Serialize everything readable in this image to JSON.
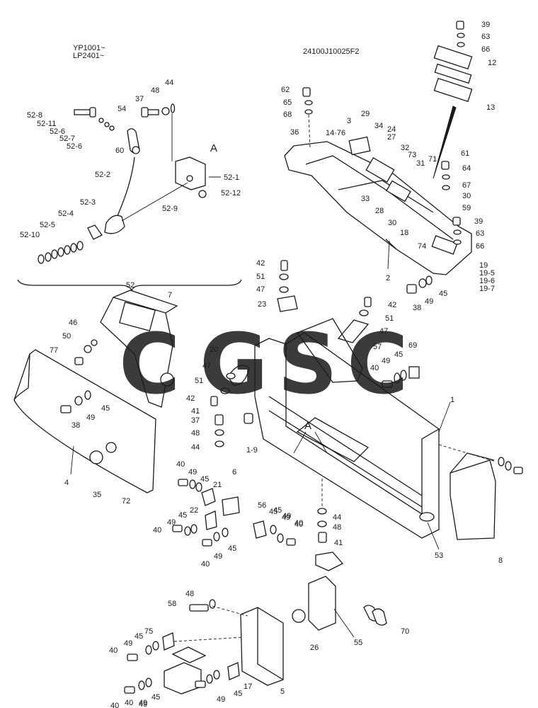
{
  "header": {
    "serial_line_1": "YP1001~",
    "serial_line_2": "LP2401~",
    "drawing_number": "24100J10025F2"
  },
  "section_labels": {
    "callout_a_top": "A",
    "callout_a_lower": "A"
  },
  "watermark": {
    "letters": [
      "C",
      "G",
      "S",
      "C"
    ],
    "colors": [
      "#2f6fd6",
      "#ea4d40",
      "#f7c41c",
      "#2ea45a"
    ]
  },
  "parts": [
    {
      "id": "p52-8",
      "text": "52-8"
    },
    {
      "id": "p52-11",
      "text": "52-11"
    },
    {
      "id": "p52-6a",
      "text": "52-6"
    },
    {
      "id": "p52-7",
      "text": "52-7"
    },
    {
      "id": "p52-6b",
      "text": "52-6"
    },
    {
      "id": "p54",
      "text": "54"
    },
    {
      "id": "p37a",
      "text": "37"
    },
    {
      "id": "p48a",
      "text": "48"
    },
    {
      "id": "p44a",
      "text": "44"
    },
    {
      "id": "p60",
      "text": "60"
    },
    {
      "id": "p52-1",
      "text": "52-1"
    },
    {
      "id": "p52-2",
      "text": "52-2"
    },
    {
      "id": "p52-12",
      "text": "52-12"
    },
    {
      "id": "p52-3",
      "text": "52-3"
    },
    {
      "id": "p52-9",
      "text": "52-9"
    },
    {
      "id": "p52-4",
      "text": "52-4"
    },
    {
      "id": "p52-5",
      "text": "52-5"
    },
    {
      "id": "p52-10",
      "text": "52-10"
    },
    {
      "id": "p52",
      "text": "52"
    },
    {
      "id": "p39a",
      "text": "39"
    },
    {
      "id": "p63a",
      "text": "63"
    },
    {
      "id": "p66a",
      "text": "66"
    },
    {
      "id": "p12",
      "text": "12"
    },
    {
      "id": "p13",
      "text": "13"
    },
    {
      "id": "p62",
      "text": "62"
    },
    {
      "id": "p65",
      "text": "65"
    },
    {
      "id": "p68",
      "text": "68"
    },
    {
      "id": "p3",
      "text": "3"
    },
    {
      "id": "p29",
      "text": "29"
    },
    {
      "id": "p14-76",
      "text": "14·76"
    },
    {
      "id": "p34",
      "text": "34"
    },
    {
      "id": "p24",
      "text": "24"
    },
    {
      "id": "p27",
      "text": "27"
    },
    {
      "id": "p36",
      "text": "36"
    },
    {
      "id": "p32",
      "text": "32"
    },
    {
      "id": "p73",
      "text": "73"
    },
    {
      "id": "p71",
      "text": "71"
    },
    {
      "id": "p31",
      "text": "31"
    },
    {
      "id": "p61",
      "text": "61"
    },
    {
      "id": "p64",
      "text": "64"
    },
    {
      "id": "p67",
      "text": "67"
    },
    {
      "id": "p33",
      "text": "33"
    },
    {
      "id": "p30a",
      "text": "30"
    },
    {
      "id": "p28",
      "text": "28"
    },
    {
      "id": "p59",
      "text": "59"
    },
    {
      "id": "p30b",
      "text": "30"
    },
    {
      "id": "p39b",
      "text": "39"
    },
    {
      "id": "p18",
      "text": "18"
    },
    {
      "id": "p63b",
      "text": "63"
    },
    {
      "id": "p74",
      "text": "74"
    },
    {
      "id": "p66b",
      "text": "66"
    },
    {
      "id": "p19",
      "text": "19"
    },
    {
      "id": "p19-5",
      "text": "19-5"
    },
    {
      "id": "p19-6",
      "text": "19-6"
    },
    {
      "id": "p19-7",
      "text": "19-7"
    },
    {
      "id": "p2",
      "text": "2"
    },
    {
      "id": "p42a",
      "text": "42"
    },
    {
      "id": "p51a",
      "text": "51"
    },
    {
      "id": "p47a",
      "text": "47"
    },
    {
      "id": "p23",
      "text": "23"
    },
    {
      "id": "p42b",
      "text": "42"
    },
    {
      "id": "p51b",
      "text": "51"
    },
    {
      "id": "p47b",
      "text": "47"
    },
    {
      "id": "p57",
      "text": "57"
    },
    {
      "id": "p38a",
      "text": "38"
    },
    {
      "id": "p49a",
      "text": "49"
    },
    {
      "id": "p45a",
      "text": "45"
    },
    {
      "id": "p7",
      "text": "7"
    },
    {
      "id": "p46",
      "text": "46"
    },
    {
      "id": "p50",
      "text": "50"
    },
    {
      "id": "p77",
      "text": "77"
    },
    {
      "id": "p20",
      "text": "20"
    },
    {
      "id": "p47c",
      "text": "47"
    },
    {
      "id": "p51c",
      "text": "51"
    },
    {
      "id": "p42c",
      "text": "42"
    },
    {
      "id": "p41a",
      "text": "41"
    },
    {
      "id": "p37b",
      "text": "37"
    },
    {
      "id": "p48b",
      "text": "48"
    },
    {
      "id": "p44b",
      "text": "44"
    },
    {
      "id": "p1-9",
      "text": "1-9"
    },
    {
      "id": "p45b",
      "text": "45"
    },
    {
      "id": "p49b",
      "text": "49"
    },
    {
      "id": "p38b",
      "text": "38"
    },
    {
      "id": "p69",
      "text": "69"
    },
    {
      "id": "p45c",
      "text": "45"
    },
    {
      "id": "p49c",
      "text": "49"
    },
    {
      "id": "p40a",
      "text": "40"
    },
    {
      "id": "p1",
      "text": "1"
    },
    {
      "id": "p4",
      "text": "4"
    },
    {
      "id": "p35",
      "text": "35"
    },
    {
      "id": "p72",
      "text": "72"
    },
    {
      "id": "p40b",
      "text": "40"
    },
    {
      "id": "p49d",
      "text": "49"
    },
    {
      "id": "p45d",
      "text": "45"
    },
    {
      "id": "p21",
      "text": "21"
    },
    {
      "id": "p6",
      "text": "6"
    },
    {
      "id": "p22",
      "text": "22"
    },
    {
      "id": "p49e",
      "text": "49"
    },
    {
      "id": "p45e",
      "text": "45"
    },
    {
      "id": "p40c",
      "text": "40"
    },
    {
      "id": "p45f",
      "text": "45"
    },
    {
      "id": "p40d",
      "text": "40"
    },
    {
      "id": "p49f",
      "text": "49"
    },
    {
      "id": "p56",
      "text": "56"
    },
    {
      "id": "p45g",
      "text": "45"
    },
    {
      "id": "p49g",
      "text": "49"
    },
    {
      "id": "p40e",
      "text": "40"
    },
    {
      "id": "p45h",
      "text": "45"
    },
    {
      "id": "p49h",
      "text": "49"
    },
    {
      "id": "p40f",
      "text": "40"
    },
    {
      "id": "p44c",
      "text": "44"
    },
    {
      "id": "p48c",
      "text": "48"
    },
    {
      "id": "p41b",
      "text": "41"
    },
    {
      "id": "p53",
      "text": "53"
    },
    {
      "id": "p8",
      "text": "8"
    },
    {
      "id": "p48d",
      "text": "48"
    },
    {
      "id": "p58",
      "text": "58"
    },
    {
      "id": "p26",
      "text": "26"
    },
    {
      "id": "p55",
      "text": "55"
    },
    {
      "id": "p70",
      "text": "70"
    },
    {
      "id": "p75",
      "text": "75"
    },
    {
      "id": "p45i",
      "text": "45"
    },
    {
      "id": "p49i",
      "text": "49"
    },
    {
      "id": "p40g",
      "text": "40"
    },
    {
      "id": "p49j",
      "text": "49"
    },
    {
      "id": "p45j",
      "text": "45"
    },
    {
      "id": "p17",
      "text": "17"
    },
    {
      "id": "p5",
      "text": "5"
    },
    {
      "id": "p40h",
      "text": "40"
    },
    {
      "id": "p49k",
      "text": "49"
    },
    {
      "id": "p45k",
      "text": "45"
    },
    {
      "id": "p40i",
      "text": "40"
    },
    {
      "id": "p49l",
      "text": "49"
    }
  ]
}
